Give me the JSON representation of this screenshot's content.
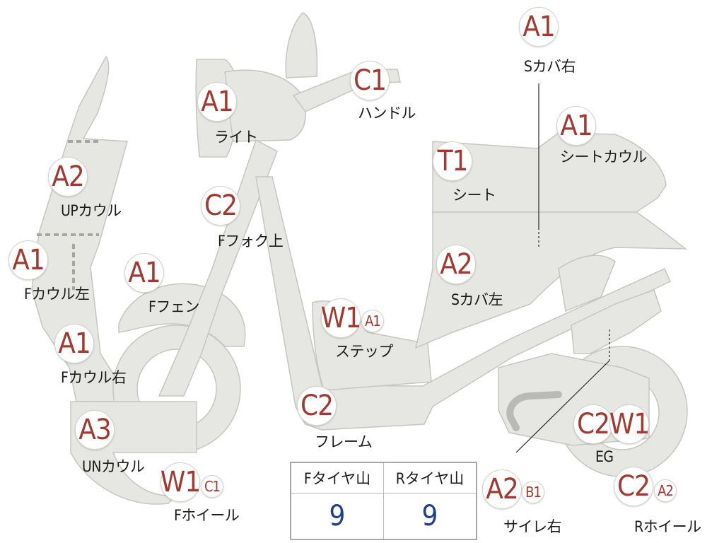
{
  "parts": [
    {
      "id": "s-cover-right",
      "grade": "A1",
      "label": "Sカバ右"
    },
    {
      "id": "handle",
      "grade": "C1",
      "label": "ハンドル"
    },
    {
      "id": "light",
      "grade": "A1",
      "label": "ライト"
    },
    {
      "id": "seat-cowl",
      "grade": "A1",
      "label": "シートカウル"
    },
    {
      "id": "up-cowl",
      "grade": "A2",
      "label": "UPカウル"
    },
    {
      "id": "seat",
      "grade": "T1",
      "label": "シート"
    },
    {
      "id": "f-fork-upper",
      "grade": "C2",
      "label": "Fフォク上"
    },
    {
      "id": "f-cowl-left",
      "grade": "A1",
      "label": "Fカウル左"
    },
    {
      "id": "f-fender",
      "grade": "A1",
      "label": "Fフェン"
    },
    {
      "id": "s-cover-left",
      "grade": "A2",
      "label": "Sカバ左"
    },
    {
      "id": "step",
      "grade": "W1",
      "grade2": "A1",
      "label": "ステップ"
    },
    {
      "id": "f-cowl-right",
      "grade": "A1",
      "label": "Fカウル右"
    },
    {
      "id": "frame",
      "grade": "C2",
      "label": "フレーム"
    },
    {
      "id": "un-cowl",
      "grade": "A3",
      "label": "UNカウル"
    },
    {
      "id": "eg",
      "grade": "C2",
      "grade2": "W1",
      "label": "EG"
    },
    {
      "id": "f-wheel",
      "grade": "W1",
      "grade2": "C1",
      "label": "Fホイール"
    },
    {
      "id": "side-cover-right",
      "grade": "A2",
      "grade2": "B1",
      "label": "サイレ右"
    },
    {
      "id": "r-wheel",
      "grade": "C2",
      "grade2": "A2",
      "label": "Rホイール"
    }
  ],
  "tire_table": {
    "headers": [
      "Fタイヤ山",
      "Rタイヤ山"
    ],
    "values": [
      "9",
      "9"
    ]
  },
  "colors": {
    "grade_text": "#a33a32",
    "tire_value": "#1f3f8f",
    "body_fill": "#e6e6e3",
    "body_stroke": "#c5c5c1",
    "frame_tube": "#d8d8d4"
  }
}
